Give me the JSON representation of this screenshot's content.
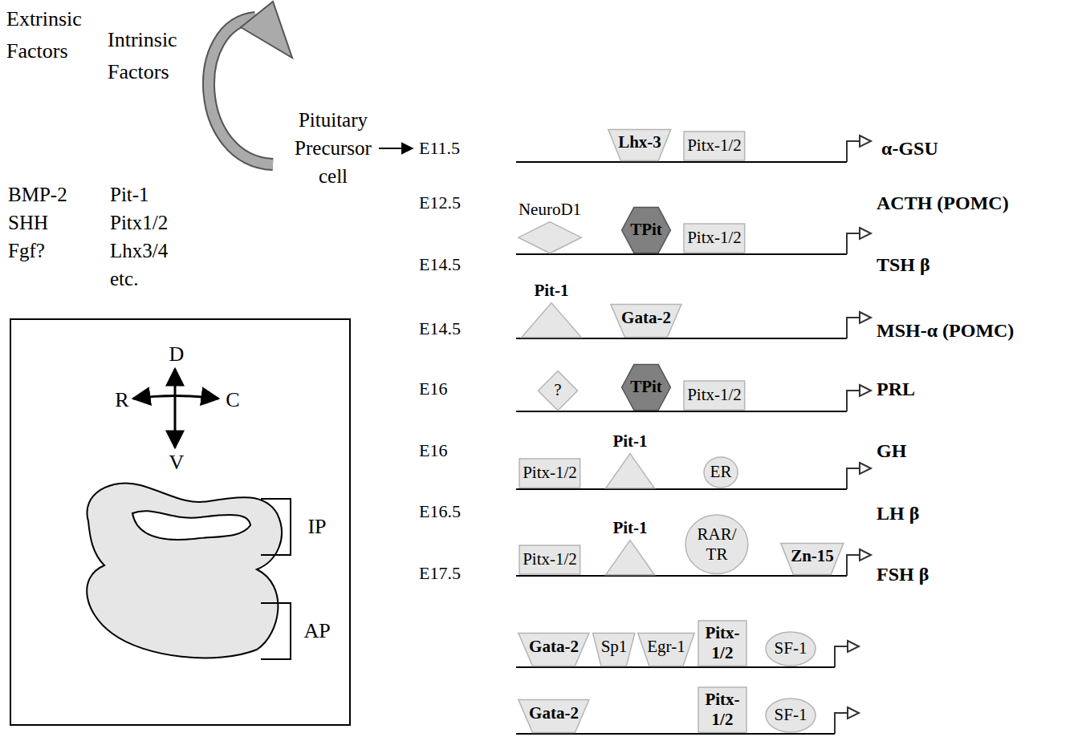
{
  "diagram": {
    "nodes": [
      {
        "text": [
          "D",
          "R",
          "C",
          "V",
          "IP",
          "AP"
        ]
      },
      {
        "text": [
          "Lhx-3"
        ]
      },
      {
        "text": [
          "Pitx-1/2"
        ]
      },
      {
        "text": [
          "NeuroD1"
        ]
      },
      {
        "text": [
          "TPit"
        ]
      },
      {
        "text": [
          "Pitx-1/2"
        ]
      },
      {
        "text": [
          "Pit-1"
        ]
      },
      {
        "text": [
          "Gata-2"
        ]
      },
      {
        "text": [
          "?"
        ]
      },
      {
        "text": [
          "TPit"
        ]
      },
      {
        "text": [
          "Pitx-1/2"
        ]
      },
      {
        "text": [
          "Pitx-1/2"
        ]
      },
      {
        "text": [
          "Pit-1"
        ]
      },
      {
        "text": [
          "ER"
        ]
      },
      {
        "text": [
          "Pitx-1/2"
        ]
      },
      {
        "text": [
          "Pit-1"
        ]
      },
      {
        "text": [
          "RAR/ TR"
        ]
      },
      {
        "text": [
          "Zn-15"
        ]
      },
      {
        "text": [
          "Gata-2"
        ]
      },
      {
        "text": [
          "Sp1"
        ]
      },
      {
        "text": [
          "Egr-1"
        ]
      },
      {
        "text": [
          "Pitx- 1/2"
        ]
      },
      {
        "text": [
          "SF-1"
        ]
      },
      {
        "text": [
          "Gata-2"
        ]
      },
      {
        "text": [
          "Pitx- 1/2"
        ]
      },
      {
        "text": [
          "SF-1"
        ]
      }
    ],
    "labels": [
      "Extrinsic Factors",
      "Intrinsic Factors",
      "BMP-2",
      "SHH",
      "Fgf?",
      "Pit-1",
      "Pitx1/2",
      "Lhx3/4",
      "etc.",
      "Pituitary Precursor cell",
      "E11.5",
      "E12.5",
      "E14.5",
      "E14.5",
      "E16",
      "E16",
      "E16.5",
      "E17.5",
      "α-GSU",
      "ACTH (POMC)",
      "TSH β",
      "MSH-α (POMC)",
      "PRL",
      "GH",
      "LH β",
      "FSH β"
    ]
  }
}
